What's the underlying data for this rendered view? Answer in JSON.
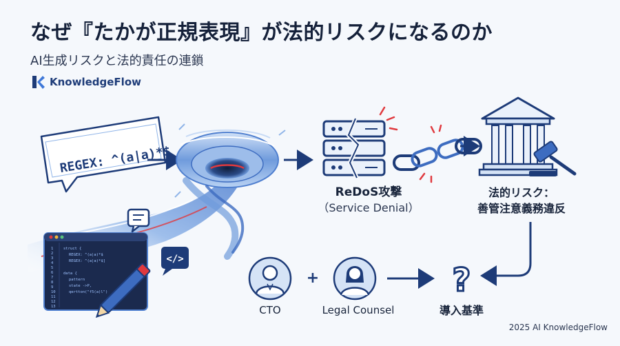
{
  "title": "なぜ『たかが正規表現』が法的リスクになるのか",
  "subtitle": "AI生成リスクと法的責任の連鎖",
  "brand": {
    "name": "KnowledgeFlow",
    "logo_icon": "knowledgeflow-logo-icon"
  },
  "regex_bubble": {
    "text": "REGEX: ^(a|a)*$"
  },
  "code_editor": {
    "lines": [
      "struct {",
      "REGEX: ^(a|a)*$",
      "REGEX: ^(a|a)*$]",
      "",
      "data {",
      "pattern",
      "state ->P,",
      "qertton(\"f5(a)l\")"
    ],
    "line_numbers": [
      "1",
      "2",
      "3",
      "4",
      "5",
      "6",
      "7",
      "8",
      "9",
      "10",
      "11",
      "12",
      "13"
    ]
  },
  "chat_bubble_icon": "chat-bubble-icon",
  "code_tag_bubble": {
    "text": "</>"
  },
  "redos": {
    "label": "ReDoS攻撃",
    "sublabel": "（Service Denial）"
  },
  "legal_risk": {
    "line1": "法的リスク：",
    "line2": "善管注意義務違反"
  },
  "people": {
    "cto": "CTO",
    "counsel": "Legal Counsel",
    "plus": "+"
  },
  "criteria": {
    "label": "導入基準",
    "symbol": "?"
  },
  "footer": "2025 AI KnowledgeFlow",
  "colors": {
    "navy": "#1d3b78",
    "blue_light": "#8fb4e8",
    "red": "#e0393e",
    "bg": "#f5f8fc"
  }
}
